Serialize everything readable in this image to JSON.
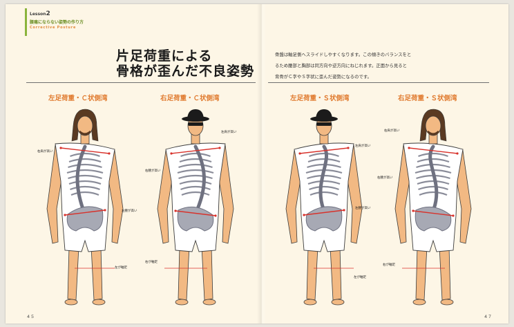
{
  "lesson": {
    "label": "Lesson",
    "number": "2",
    "subtitle": "腰痛にならない姿勢の作り方",
    "english": "Corrective Posture"
  },
  "title": {
    "line1": "片足荷重による",
    "line2": "骨格が歪んだ不良姿勢"
  },
  "intro": [
    "骨盤は軸足側へスライドしやすくなります。この傾きのバランスをと",
    "るため腰部と胸部は同方向や逆方向にねじれます。正面から見ると",
    "背骨がＣ字やＳ字状に歪んだ姿勢になるのです。"
  ],
  "figures": [
    {
      "title": "左足荷重・Ｃ状側湾",
      "labels": [
        "右肩が高い",
        "左腰が高い",
        "左が軸足"
      ]
    },
    {
      "title": "右足荷重・Ｃ状側湾",
      "labels": [
        "左肩が高い",
        "右腰が高い",
        "右が軸足"
      ]
    },
    {
      "title": "左足荷重・Ｓ状側湾",
      "labels": [
        "左肩が高い",
        "左腰が高い",
        "左が軸足"
      ]
    },
    {
      "title": "右足荷重・Ｓ状側湾",
      "labels": [
        "右肩が高い",
        "右腰が高い",
        "右が軸足"
      ]
    }
  ],
  "pages": {
    "left": "４５",
    "right": "４７"
  },
  "colors": {
    "page": "#fdf6e6",
    "accent": "#e07a2e",
    "green": "#8ab43c",
    "red_line": "#d8322b",
    "skin": "#f2b983"
  }
}
